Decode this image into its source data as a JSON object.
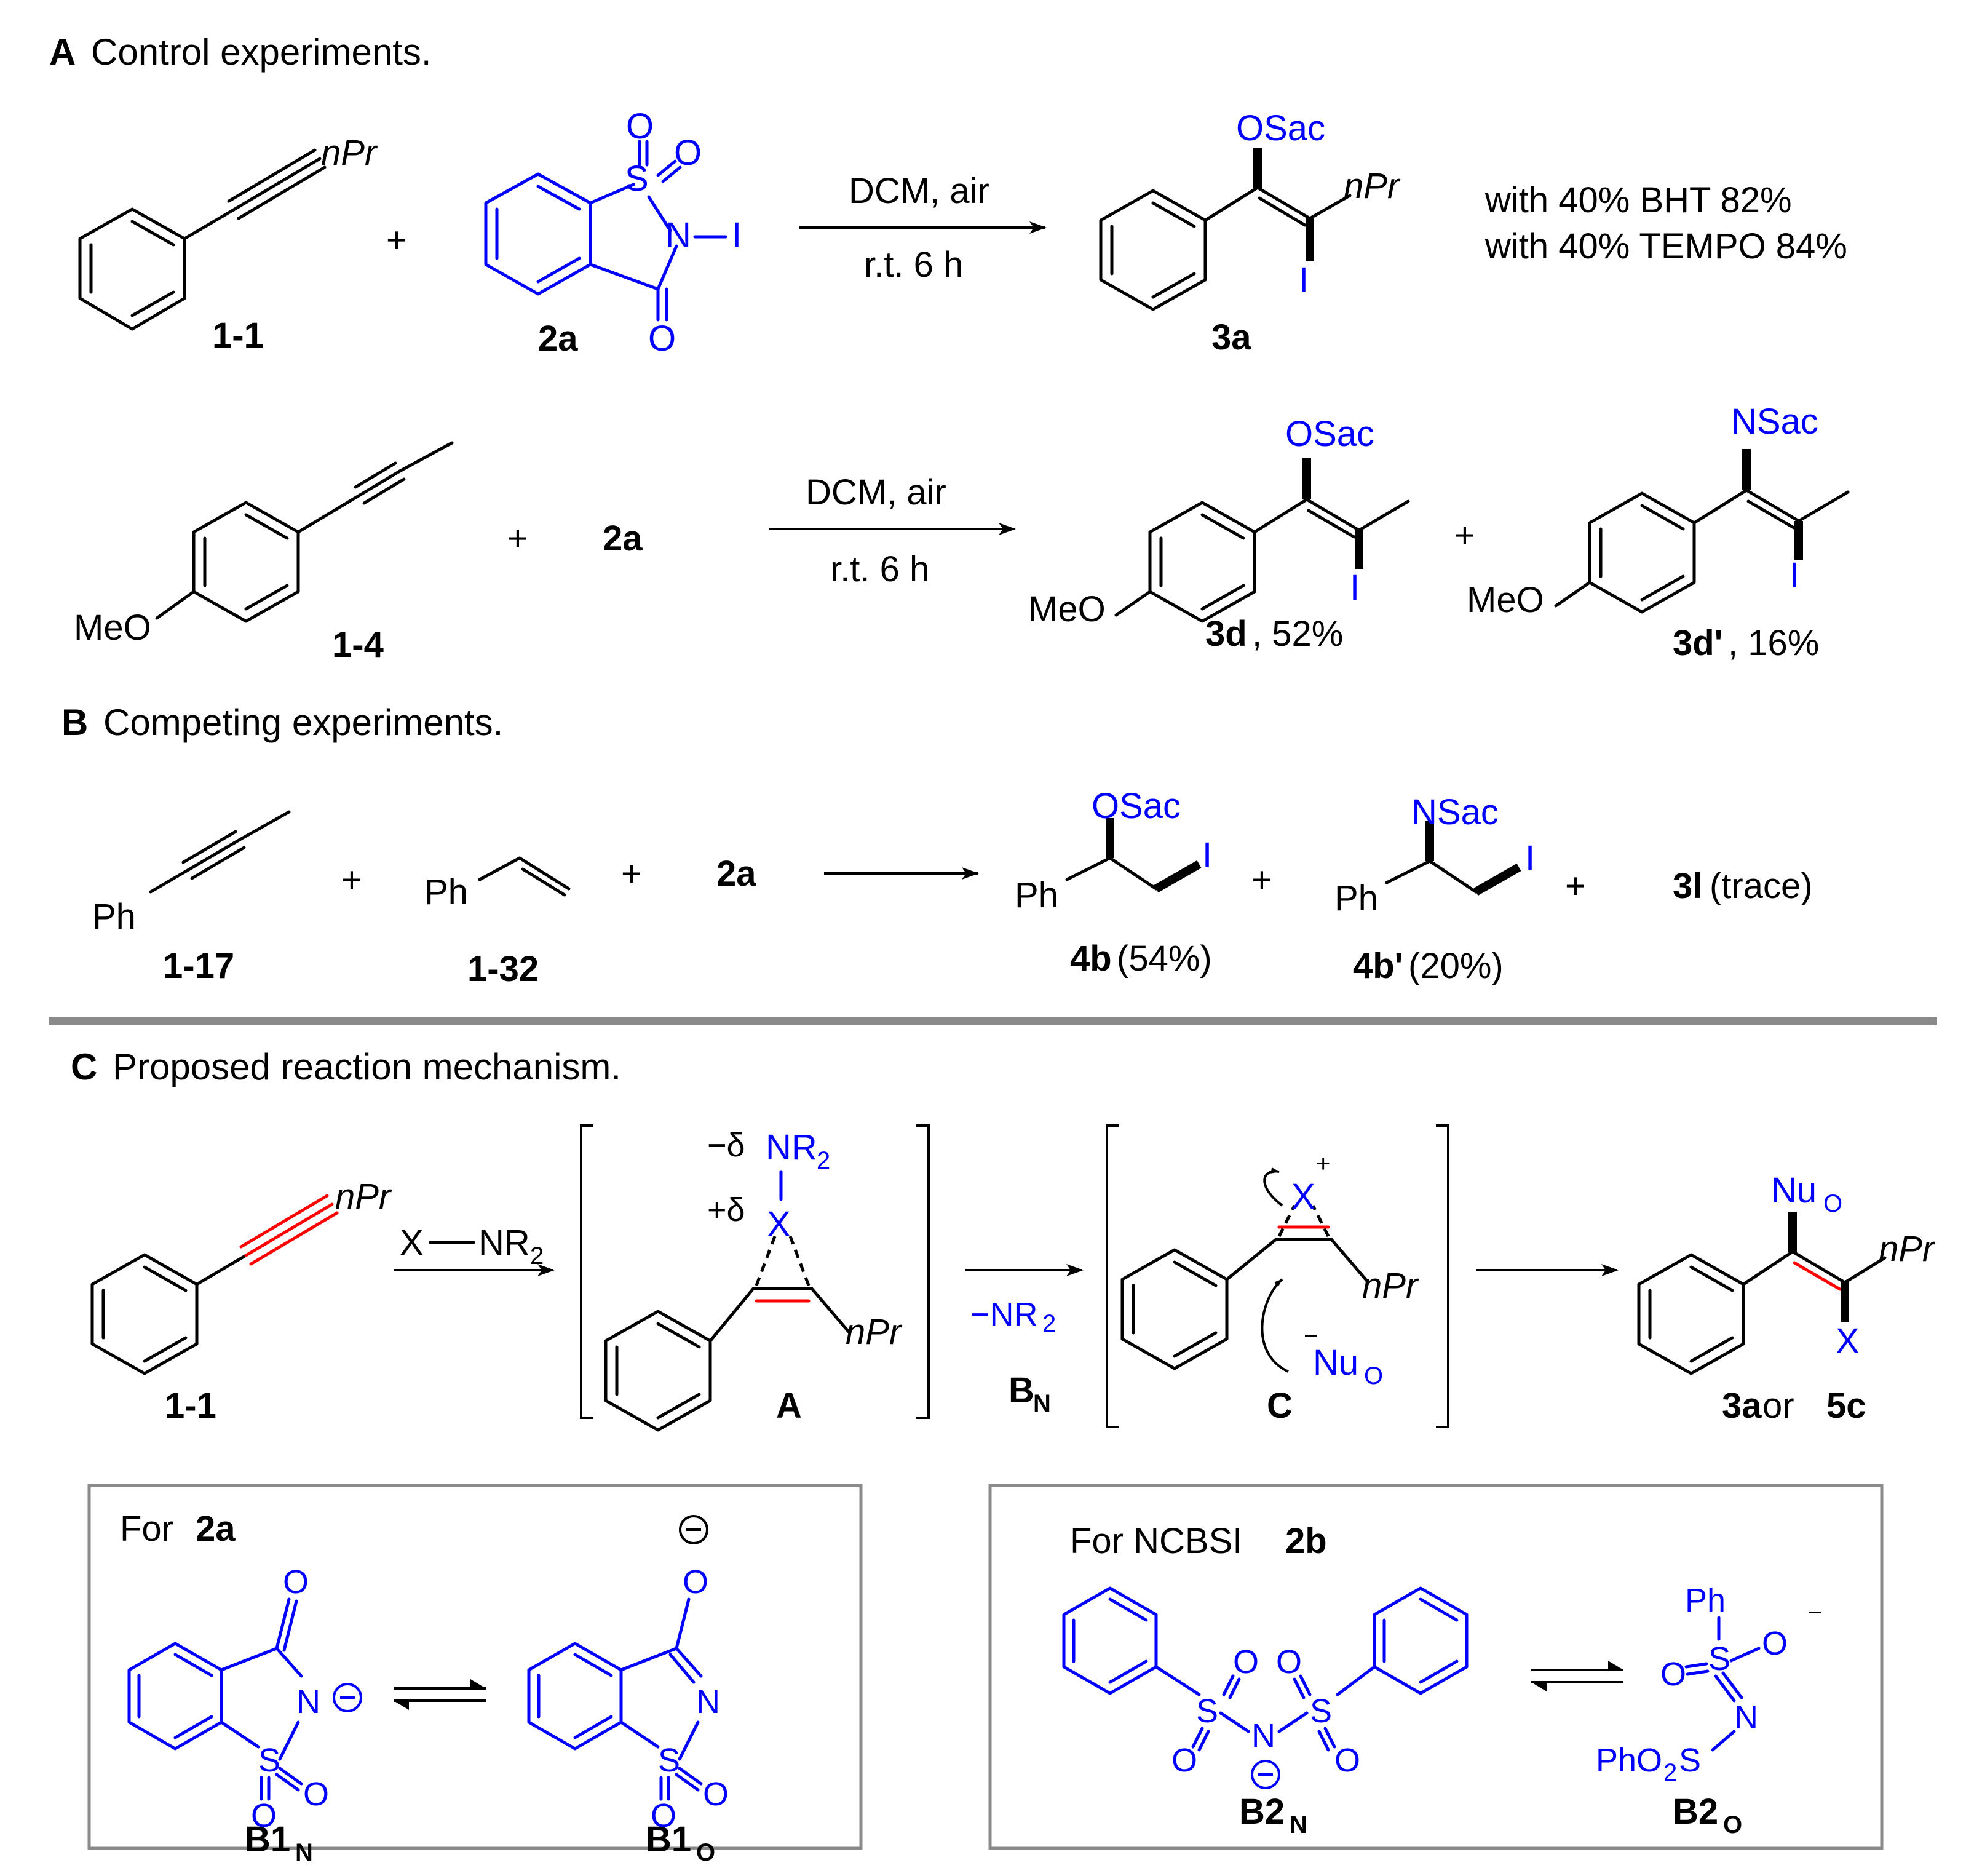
{
  "colors": {
    "reagent": "#0000ff",
    "highlight": "#ff0000",
    "divider": "#8a8a8a"
  },
  "sectionA": {
    "letter": "A",
    "heading": "Control experiments.",
    "reaction1": {
      "sm_label": "1-1",
      "sm_subst": "nPr",
      "plus": "+",
      "reagent_label": "2a",
      "conditions_top": "DCM, air",
      "conditions_bottom": "r.t. 6 h",
      "prod_label": "3a",
      "prod_top": "OSac",
      "prod_sub": "nPr",
      "prod_I": "I",
      "note1": "with 40% BHT  82%",
      "note2": "with 40% TEMPO 84%"
    },
    "reaction2": {
      "sm_label": "1-4",
      "meo": "MeO",
      "plus1": "+",
      "reagent_label": "2a",
      "conditions_top": "DCM, air",
      "conditions_bottom": "r.t. 6 h",
      "prod1_top": "OSac",
      "prod1_I": "I",
      "prod1_meo": "MeO",
      "prod1_label": "3d",
      "prod1_yield": ", 52%",
      "plus2": "+",
      "prod2_top": "NSac",
      "prod2_I": "I",
      "prod2_meo": "MeO",
      "prod2_label": "3d'",
      "prod2_yield": ", 16%"
    }
  },
  "sectionB": {
    "letter": "B",
    "heading": "Competing experiments.",
    "alkyne_ph": "Ph",
    "alkyne_label": "1-17",
    "plus1": "+",
    "styrene_ph": "Ph",
    "styrene_label": "1-32",
    "plus2": "+",
    "reagent": "2a",
    "prod1_top": "OSac",
    "prod1_ph": "Ph",
    "prod1_I": "I",
    "prod1_label": "4b",
    "prod1_yield": " (54%)",
    "plus3": "+",
    "prod2_top": "NSac",
    "prod2_ph": "Ph",
    "prod2_I": "I",
    "prod2_label": "4b'",
    "prod2_yield": " (20%)",
    "plus4": "+",
    "prod3_label": "3l",
    "prod3_note": " (trace)"
  },
  "sectionC": {
    "letter": "C",
    "heading": "Proposed reaction mechanism.",
    "sm_label": "1-1",
    "sm_subst": "nPr",
    "reagent_X": "X",
    "reagent_NR2": "NR",
    "int_A_label": "A",
    "int_A_delta_minus": "−δ",
    "int_A_delta_plus": "+δ",
    "int_A_NR2": "NR",
    "int_A_X": "X",
    "int_A_subst": "nPr",
    "step2_top": "−NR",
    "step2_B": "B",
    "step2_B_sub": "N",
    "int_C_label": "C",
    "int_C_X": "X",
    "int_C_plus": "+",
    "int_C_subst": "nPr",
    "int_C_nu": "Nu",
    "int_C_nu_sub": "O",
    "int_C_minus": "−",
    "prod_top": "Nu",
    "prod_top_sub": "O",
    "prod_X": "X",
    "prod_subst": "nPr",
    "prod_label_a": "3a",
    "prod_label_or": " or ",
    "prod_label_b": "5c"
  },
  "box1": {
    "title_prefix": "For ",
    "title_bold": "2a",
    "left_label": "B1",
    "left_label_sub": "N",
    "right_label": "B1",
    "right_label_sub": "O",
    "atom_O": "O",
    "atom_N": "N",
    "atom_S": "S",
    "charge": "−"
  },
  "box2": {
    "title_prefix": "For NCBSI ",
    "title_bold": "2b",
    "left_label": "B2",
    "left_label_sub": "N",
    "right_label": "B2",
    "right_label_sub": "O",
    "ph": "Ph",
    "pho2s": "PhO",
    "atom_O": "O",
    "atom_N": "N",
    "atom_S": "S",
    "charge": "−"
  }
}
